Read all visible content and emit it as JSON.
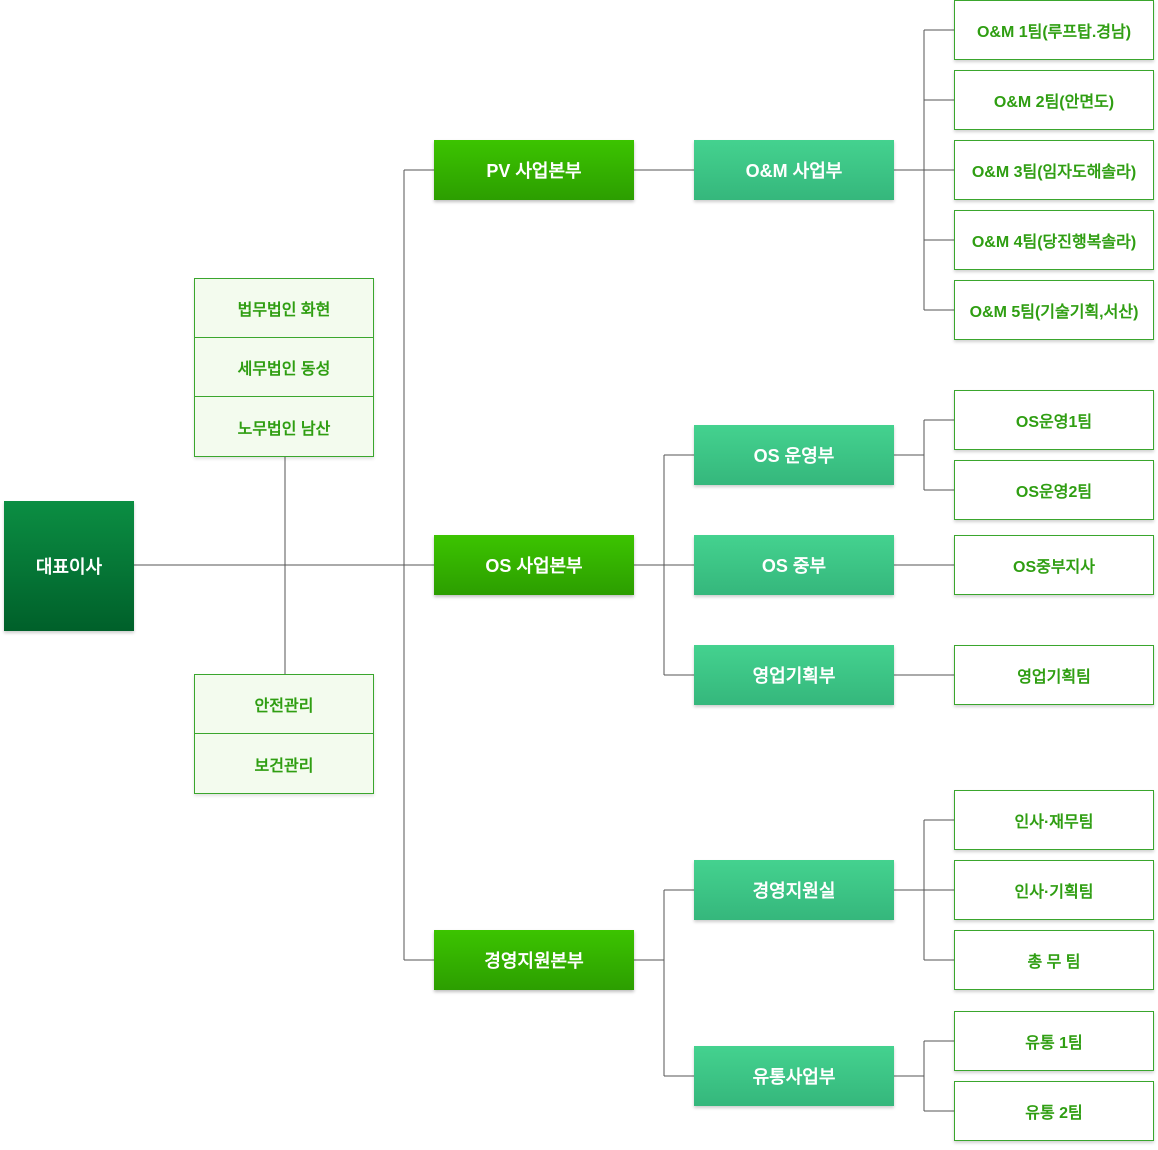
{
  "ceo": "대표이사",
  "advisors_top": [
    "법무법인 화현",
    "세무법인 동성",
    "노무법인 남산"
  ],
  "advisors_bottom": [
    "안전관리",
    "보건관리"
  ],
  "divisions": {
    "pv": "PV 사업본부",
    "os": "OS 사업본부",
    "mgmt": "경영지원본부"
  },
  "departments": {
    "om": "O&M 사업부",
    "os_ops": "OS 운영부",
    "os_central": "OS 중부",
    "sales_plan": "영업기획부",
    "mgmt_support": "경영지원실",
    "distribution": "유통사업부"
  },
  "teams": {
    "om": [
      "O&M 1팀(루프탑.경남)",
      "O&M 2팀(안면도)",
      "O&M 3팀(임자도해솔라)",
      "O&M 4팀(당진행복솔라)",
      "O&M 5팀(기술기획,서산)"
    ],
    "os_ops": [
      "OS운영1팀",
      "OS운영2팀"
    ],
    "os_central": [
      "OS중부지사"
    ],
    "sales_plan": [
      "영업기획팀"
    ],
    "mgmt_support": [
      "인사·재무팀",
      "인사·기획팀",
      "총 무 팀"
    ],
    "distribution": [
      "유통 1팀",
      "유통 2팀"
    ]
  }
}
